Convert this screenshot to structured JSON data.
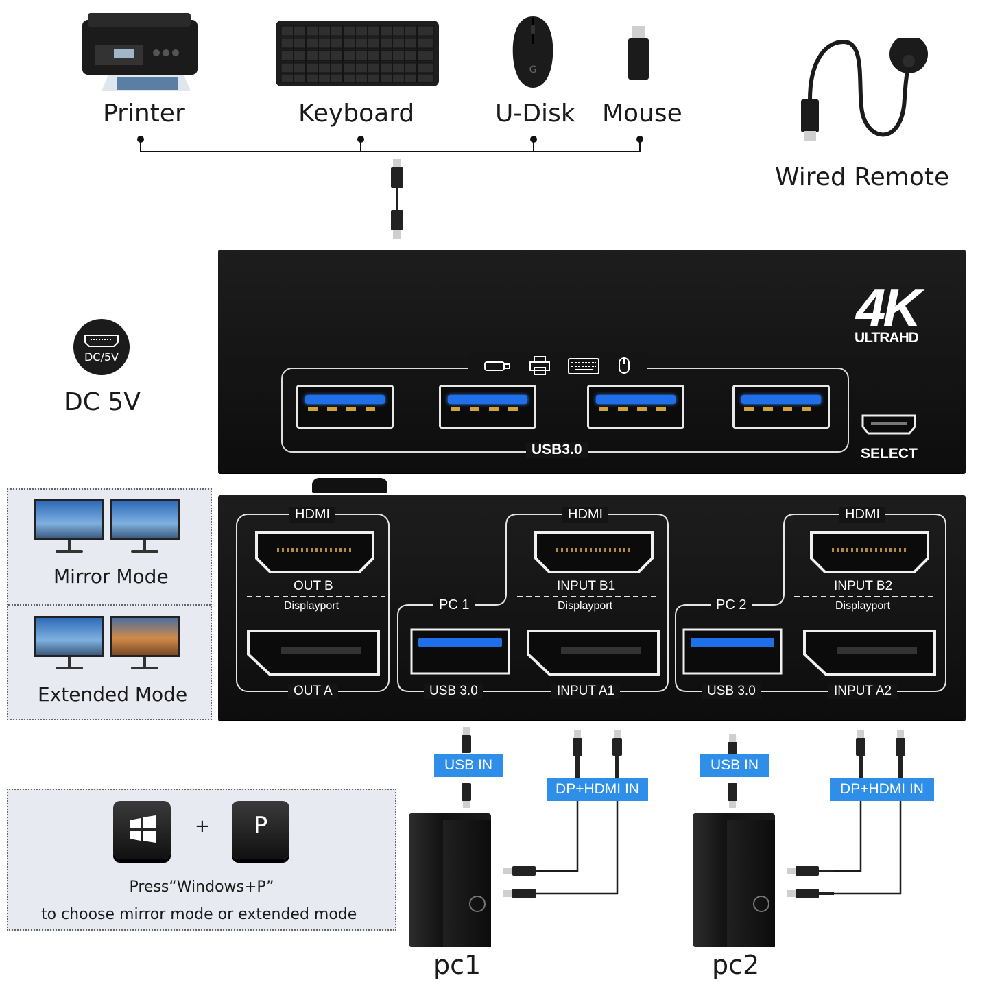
{
  "peripherals": {
    "printer": "Printer",
    "keyboard": "Keyboard",
    "udisk": "U-Disk",
    "mouse": "Mouse",
    "remote": "Wired Remote"
  },
  "power": {
    "port_label": "DC/5V",
    "label": "DC 5V"
  },
  "front_panel": {
    "badge_4k": "4K",
    "badge_uhd": "ULTRAHD",
    "usb_group_label": "USB3.0",
    "select_label": "SELECT",
    "usb_icons": [
      "usb-drive-icon",
      "printer-icon",
      "keyboard-icon",
      "mouse-icon"
    ]
  },
  "back_panel": {
    "hdmi_out_header": "HDMI",
    "out_b": "OUT B",
    "displayport_out": "Displayport",
    "out_a": "OUT A",
    "pc1": {
      "label": "PC 1",
      "hdmi_header": "HDMI",
      "input_b": "INPUT B1",
      "displayport": "Displayport",
      "usb": "USB 3.0",
      "input_a": "INPUT A1"
    },
    "pc2": {
      "label": "PC 2",
      "hdmi_header": "HDMI",
      "input_b": "INPUT B2",
      "displayport": "Displayport",
      "usb": "USB 3.0",
      "input_a": "INPUT A2"
    }
  },
  "modes": {
    "mirror": "Mirror Mode",
    "extended": "Extended Mode"
  },
  "shortcut": {
    "plus": "+",
    "key_p": "P",
    "line1": "Press“Windows+P”",
    "line2": "to choose mirror mode or extended mode"
  },
  "connections": {
    "usb_in_1": "USB IN",
    "dp_hdmi_in_1": "DP+HDMI  IN",
    "usb_in_2": "USB IN",
    "dp_hdmi_in_2": "DP+HDMI  IN"
  },
  "computers": {
    "pc1": "pc1",
    "pc2": "pc2"
  },
  "colors": {
    "accent_blue": "#2f8fe8",
    "usb_blue": "#1e6fe8",
    "device_black": "#141414"
  }
}
